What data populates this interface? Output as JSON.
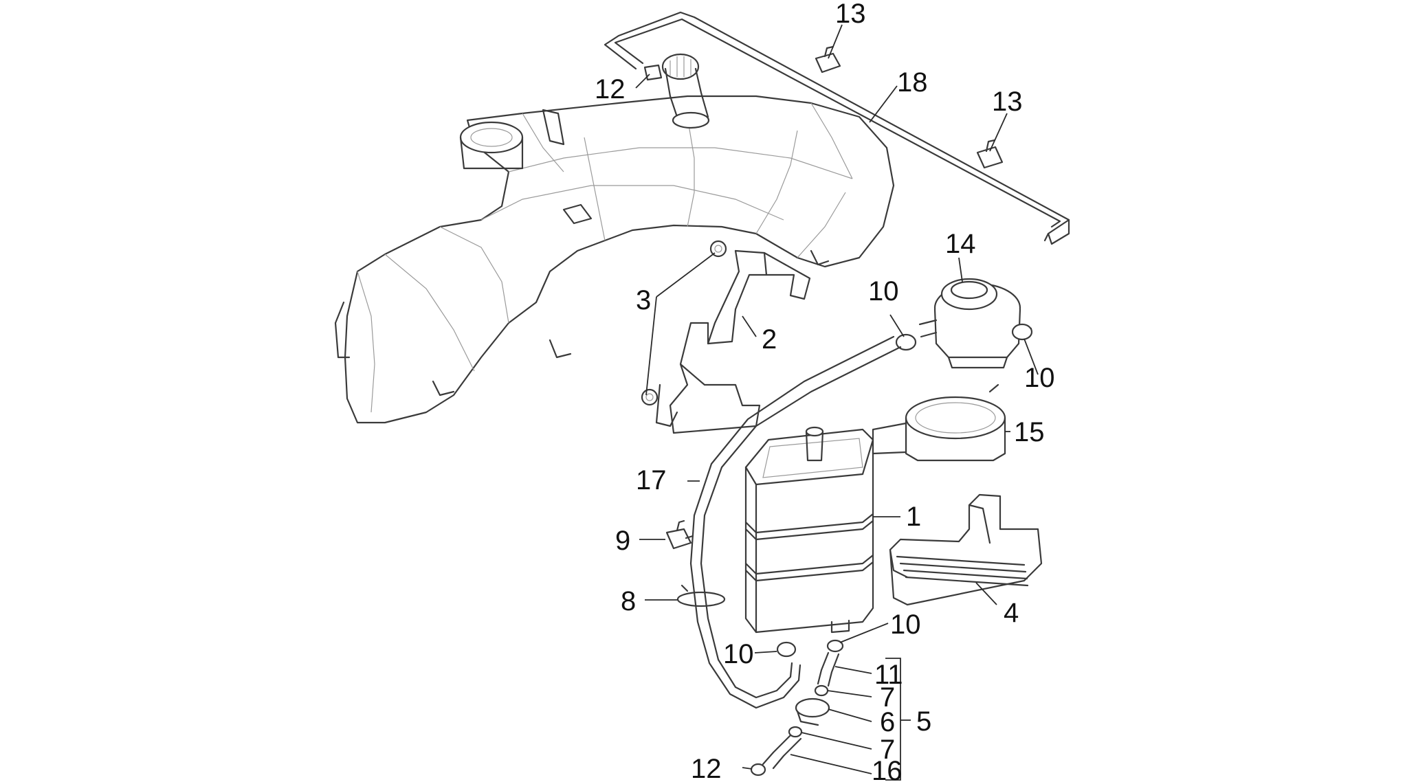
{
  "callouts": {
    "c1": "1",
    "c2": "2",
    "c3": "3",
    "c4": "4",
    "c5": "5",
    "c6": "6",
    "c7a": "7",
    "c7b": "7",
    "c8": "8",
    "c9": "9",
    "c10a": "10",
    "c10b": "10",
    "c10c": "10",
    "c10d": "10",
    "c11": "11",
    "c12a": "12",
    "c12b": "12",
    "c13a": "13",
    "c13b": "13",
    "c14": "14",
    "c15": "15",
    "c16": "16",
    "c17": "17",
    "c18": "18"
  }
}
